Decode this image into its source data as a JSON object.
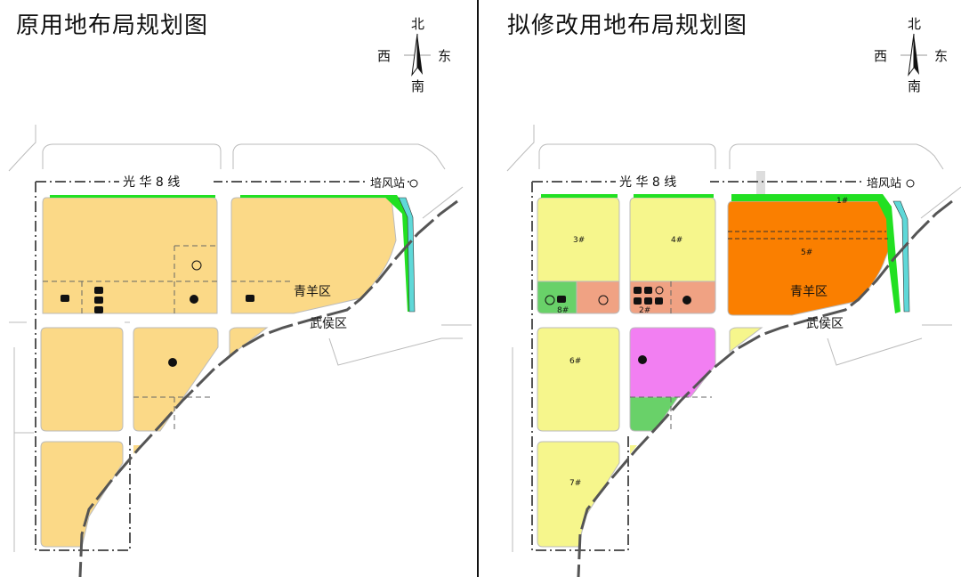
{
  "left": {
    "title": "原用地布局规划图",
    "compass": {
      "north": "北",
      "south": "南",
      "west": "西",
      "east": "东"
    },
    "road_label": "光 华 8 线",
    "station_label": "培风站",
    "district_qingyang": "青羊区",
    "district_wuhou": "武侯区"
  },
  "right": {
    "title": "拟修改用地布局规划图",
    "compass": {
      "north": "北",
      "south": "南",
      "west": "西",
      "east": "东"
    },
    "road_label": "光 华 8 线",
    "station_label": "培风站",
    "district_qingyang": "青羊区",
    "district_wuhou": "武侯区",
    "parcels": {
      "p1": "1#",
      "p2": "2#",
      "p3": "3#",
      "p4": "4#",
      "p5": "5#",
      "p6": "6#",
      "p7": "7#",
      "p8": "8#"
    }
  },
  "colors": {
    "residential": "#fbd987",
    "residential_yellow": "#f6f68c",
    "commercial": "#f0a283",
    "education": "#f27ff2",
    "green": "#69d169",
    "greenbelt": "#22e022",
    "mixed_orange": "#fa7f00",
    "river": "#5fd8d8",
    "metro_line": "#555555",
    "background": "#ffffff"
  },
  "icons": [
    "facility-icon",
    "school-icon",
    "station-icon",
    "compass-needle-icon"
  ]
}
